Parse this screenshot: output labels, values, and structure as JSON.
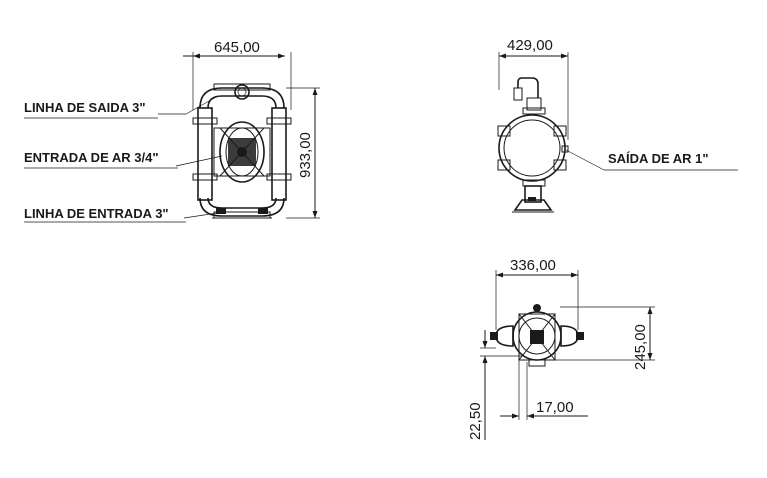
{
  "dimensions": {
    "front_width": "645,00",
    "front_height": "933,00",
    "side_width": "429,00",
    "top_width": "336,00",
    "top_height": "245,00",
    "top_offset_x": "17,00",
    "top_offset_y": "22,50"
  },
  "callouts": {
    "outlet_line": "LINHA DE SAIDA 3\"",
    "air_inlet": "ENTRADA DE AR 3/4\"",
    "inlet_line": "LINHA DE ENTRADA 3\"",
    "air_outlet": "SAÍDA DE AR 1\""
  }
}
